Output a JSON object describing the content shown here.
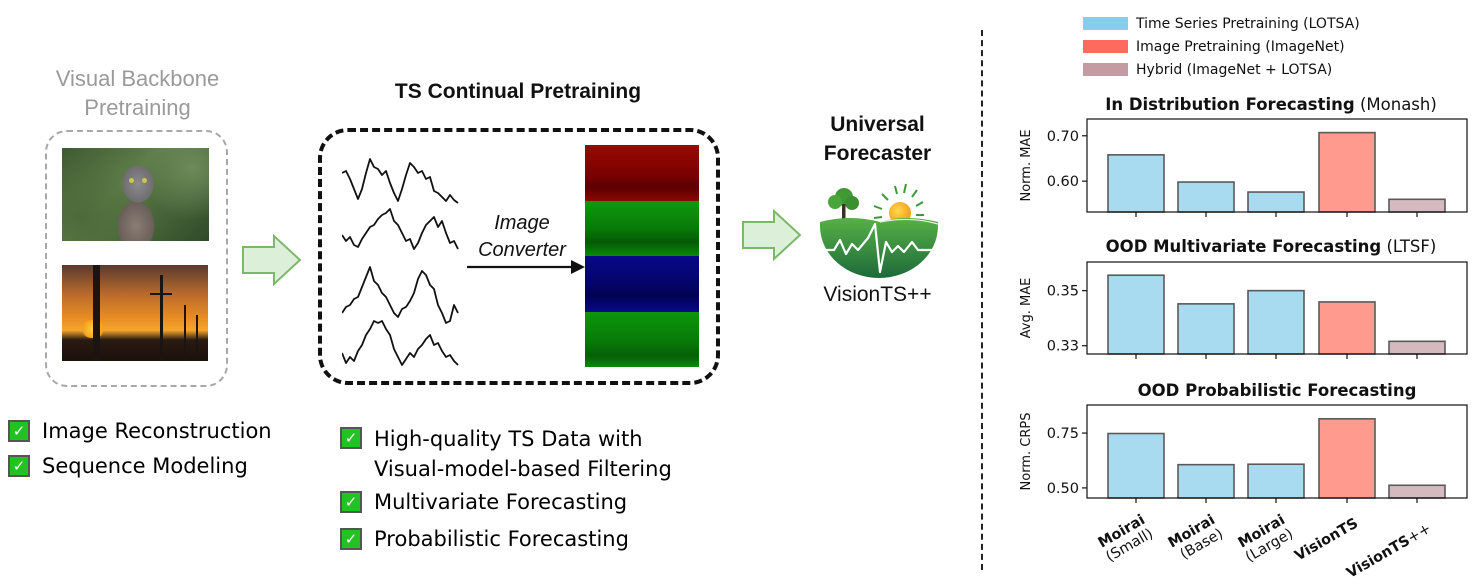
{
  "stage1": {
    "title_line1": "Visual Backbone",
    "title_line2": "Pretraining",
    "images": [
      "owl-photo",
      "sunset-power-lines-photo"
    ],
    "checklist": [
      {
        "label": "Image Reconstruction",
        "checked": true
      },
      {
        "label": "Sequence Modeling",
        "checked": true
      }
    ]
  },
  "stage2": {
    "title": "TS Continual Pretraining",
    "converter_line1": "Image",
    "converter_line2": "Converter",
    "checklist": [
      {
        "label_line1": "High-quality TS Data with",
        "label_line2": "Visual-model-based Filtering",
        "checked": true
      },
      {
        "label_line1": "Multivariate Forecasting",
        "checked": true
      },
      {
        "label_line1": "Probabilistic Forecasting",
        "checked": true
      }
    ]
  },
  "stage3": {
    "title_line1": "Universal",
    "title_line2": "Forecaster",
    "model_name": "VisionTS++"
  },
  "check_glyph": "✓",
  "colors": {
    "ts_pretraining": "#a8dbf0",
    "image_pretraining": "#ff9a8e",
    "hybrid": "#d4b9bf",
    "legend_ts": "#87ceeb",
    "legend_image": "#ff6a5e",
    "legend_hybrid": "#c49aa3",
    "arrow_fill": "#dcefd8",
    "arrow_stroke": "#7cb86a",
    "check_green": "#22c222"
  },
  "legend": [
    {
      "label": "Time Series Pretraining (LOTSA)",
      "color_key": "legend_ts"
    },
    {
      "label": "Image Pretraining (ImageNet)",
      "color_key": "legend_image"
    },
    {
      "label": "Hybrid (ImageNet + LOTSA)",
      "color_key": "legend_hybrid"
    }
  ],
  "chart_data": [
    {
      "type": "bar",
      "title_bold": "In Distribution Forecasting",
      "title_normal": " (Monash)",
      "ylabel": "Norm. MAE",
      "categories": [
        "Moirai (Small)",
        "Moirai (Base)",
        "Moirai (Large)",
        "VisionTS",
        "VisionTS++"
      ],
      "values": [
        0.658,
        0.598,
        0.576,
        0.707,
        0.56
      ],
      "groups": [
        "ts",
        "ts",
        "ts",
        "image",
        "hybrid"
      ],
      "yticks": [
        0.6,
        0.7
      ],
      "ytick_labels": [
        "0.60",
        "0.70"
      ],
      "ylim": [
        0.532,
        0.737
      ]
    },
    {
      "type": "bar",
      "title_bold": "OOD Multivariate Forecasting",
      "title_normal": " (LTSF)",
      "ylabel": "Avg. MAE",
      "categories": [
        "Moirai (Small)",
        "Moirai (Base)",
        "Moirai (Large)",
        "VisionTS",
        "VisionTS++"
      ],
      "values": [
        0.3556,
        0.3452,
        0.35,
        0.3459,
        0.3316
      ],
      "groups": [
        "ts",
        "ts",
        "ts",
        "image",
        "hybrid"
      ],
      "yticks": [
        0.33,
        0.35
      ],
      "ytick_labels": [
        "0.33",
        "0.35"
      ],
      "ylim": [
        0.327,
        0.3604
      ]
    },
    {
      "type": "bar",
      "title_bold": "OOD Probabilistic Forecasting",
      "title_normal": "",
      "ylabel": "Norm. CRPS",
      "categories": [
        "Moirai (Small)",
        "Moirai (Base)",
        "Moirai (Large)",
        "VisionTS",
        "VisionTS++"
      ],
      "values": [
        0.748,
        0.606,
        0.608,
        0.815,
        0.512
      ],
      "groups": [
        "ts",
        "ts",
        "ts",
        "image",
        "hybrid"
      ],
      "yticks": [
        0.5,
        0.75
      ],
      "ytick_labels": [
        "0.50",
        "0.75"
      ],
      "ylim": [
        0.454,
        0.878
      ]
    }
  ],
  "xaxis_labels": [
    {
      "bold": "Moirai",
      "normal": "(Small)"
    },
    {
      "bold": "Moirai",
      "normal": "(Base)"
    },
    {
      "bold": "Moirai",
      "normal": "(Large)"
    },
    {
      "bold": "VisionTS",
      "normal": ""
    },
    {
      "bold": "VisionTS",
      "normal": "++"
    }
  ]
}
